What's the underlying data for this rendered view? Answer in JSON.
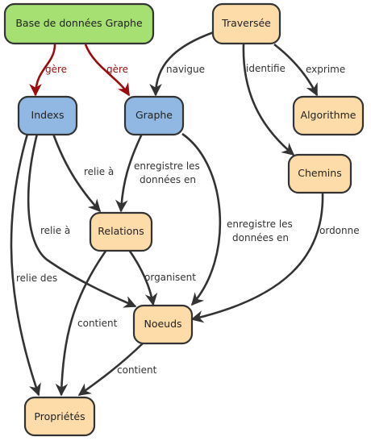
{
  "colors": {
    "green": "#a6df72",
    "blue": "#90b8e2",
    "orange": "#fddcaa",
    "stroke": "#333333",
    "red": "#9b0d0d"
  },
  "nodes": {
    "bdg": "Base de données Graphe",
    "traversee": "Traversée",
    "indexs": "Indexs",
    "graphe": "Graphe",
    "algorithme": "Algorithme",
    "chemins": "Chemins",
    "relations": "Relations",
    "noeuds": "Noeuds",
    "proprietes": "Propriétés"
  },
  "edges": {
    "gere_indexs": "gère",
    "gere_graphe": "gère",
    "navigue": "navigue",
    "identifie": "identifie",
    "exprime": "exprime",
    "relie_a_1": "relie à",
    "relie_a_2": "relie à",
    "relie_des": "relie des",
    "enregistre_graphe_relations_1": "enregistre les",
    "enregistre_graphe_relations_2": "données en",
    "enregistre_graphe_noeuds_1": "enregistre les",
    "enregistre_graphe_noeuds_2": "données en",
    "ordonne": "ordonne",
    "organisent": "organisent",
    "contient_relations": "contient",
    "contient_noeuds": "contient"
  }
}
